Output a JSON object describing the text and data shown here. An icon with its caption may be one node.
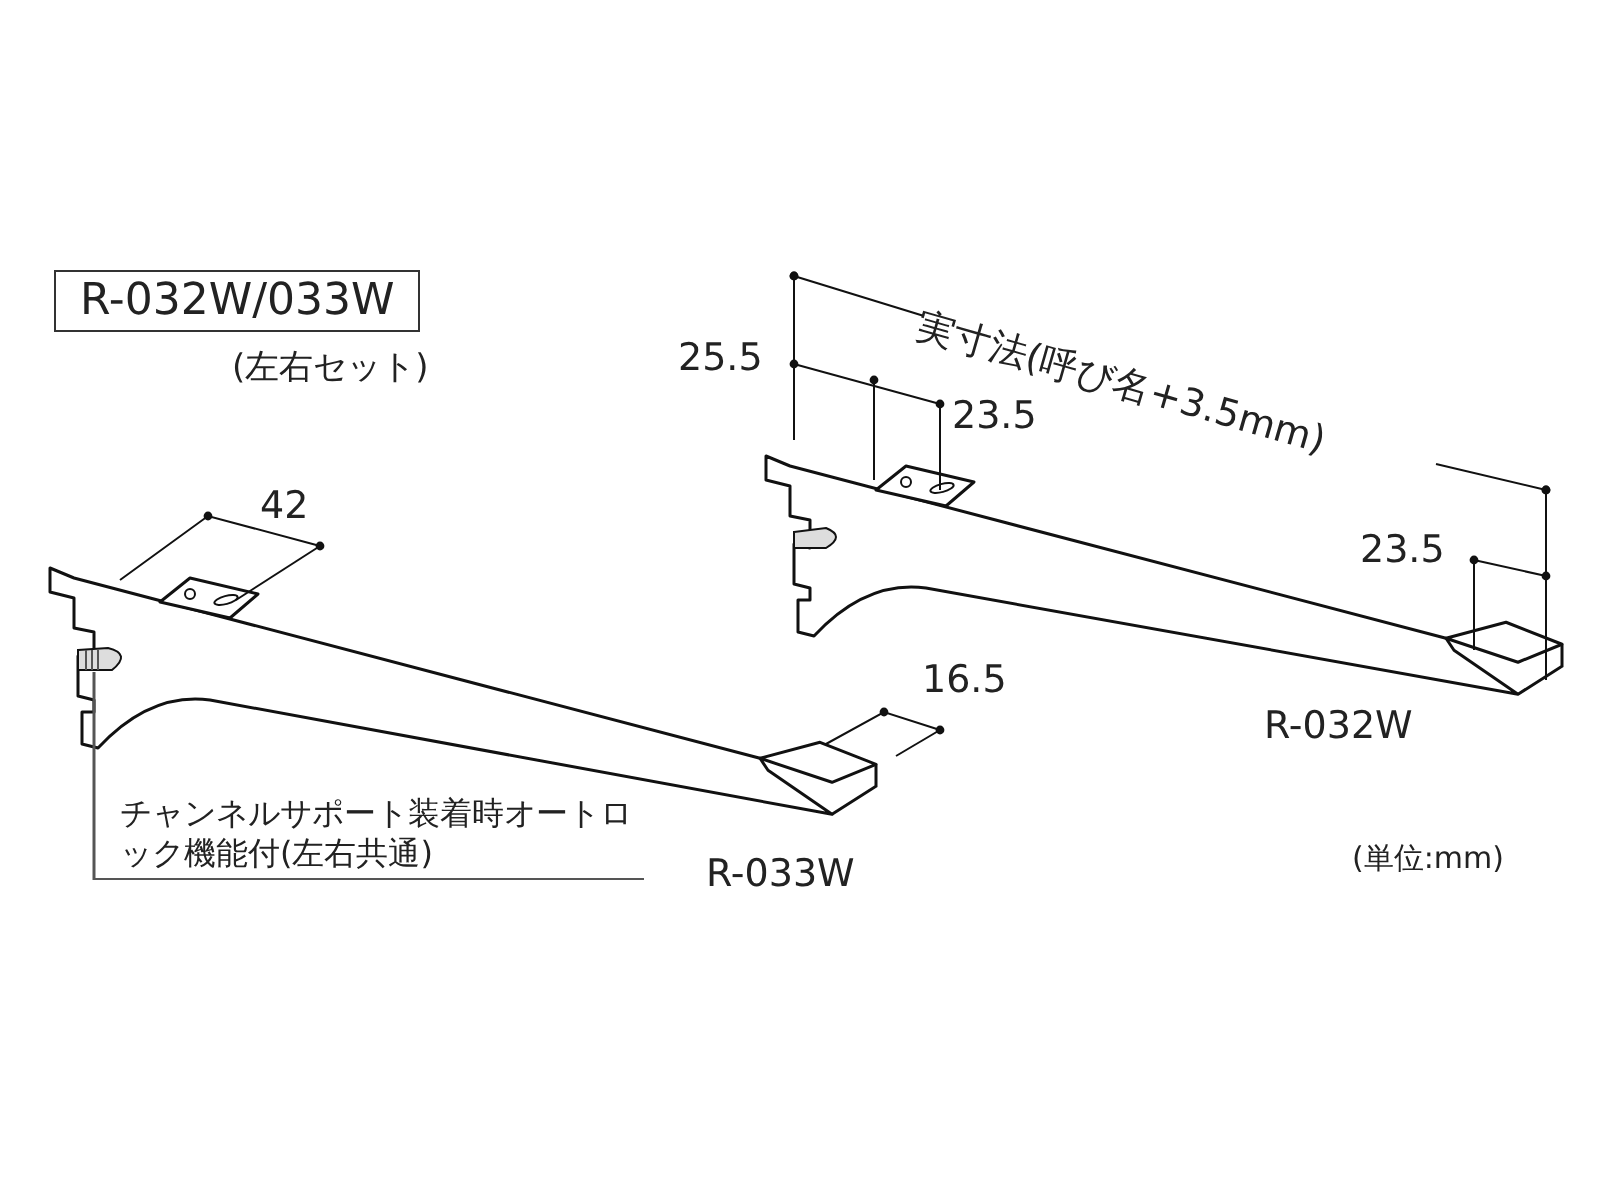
{
  "diagram": {
    "nodes": [
      {
        "text": [
          "R-032W/033W"
        ],
        "beside": [
          "(左右セット)"
        ]
      },
      {
        "text": [
          "チャンネルサポート装着時オートロック機能付(左右共通)"
        ]
      },
      {
        "text": [],
        "shape": "picture"
      }
    ],
    "edges": [
      {
        "from": 1,
        "to": 2,
        "arrow": "none"
      }
    ],
    "labels": [
      "実寸法(呼び名+3.5mm)",
      "25.5",
      "23.5",
      "42",
      "23.5",
      "16.5",
      "R-032W",
      "R-033W",
      "(単位:mm)"
    ]
  }
}
